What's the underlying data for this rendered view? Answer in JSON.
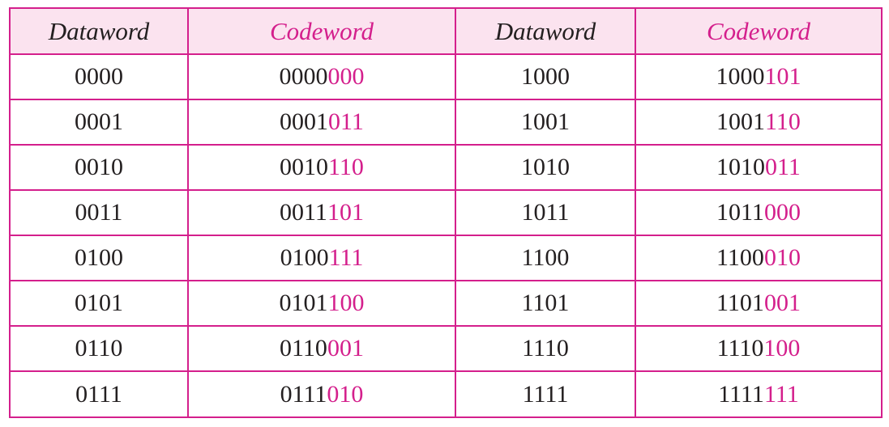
{
  "table": {
    "headers": [
      "Dataword",
      "Codeword",
      "Dataword",
      "Codeword"
    ],
    "rows": [
      {
        "d1": "0000",
        "c1h": "0000",
        "c1t": "000",
        "d2": "1000",
        "c2h": "1000",
        "c2t": "101"
      },
      {
        "d1": "0001",
        "c1h": "0001",
        "c1t": "011",
        "d2": "1001",
        "c2h": "1001",
        "c2t": "110"
      },
      {
        "d1": "0010",
        "c1h": "0010",
        "c1t": "110",
        "d2": "1010",
        "c2h": "1010",
        "c2t": "011"
      },
      {
        "d1": "0011",
        "c1h": "0011",
        "c1t": "101",
        "d2": "1011",
        "c2h": "1011",
        "c2t": "000"
      },
      {
        "d1": "0100",
        "c1h": "0100",
        "c1t": "111",
        "d2": "1100",
        "c2h": "1100",
        "c2t": "010"
      },
      {
        "d1": "0101",
        "c1h": "0101",
        "c1t": "100",
        "d2": "1101",
        "c2h": "1101",
        "c2t": "001"
      },
      {
        "d1": "0110",
        "c1h": "0110",
        "c1t": "001",
        "d2": "1110",
        "c2h": "1110",
        "c2t": "100"
      },
      {
        "d1": "0111",
        "c1h": "0111",
        "c1t": "010",
        "d2": "1111",
        "c2h": "1111",
        "c2t": "111"
      }
    ]
  },
  "colors": {
    "border": "#d41f8c",
    "header_bg": "#fbe3ef",
    "accent_text": "#d41f8c",
    "body_text": "#231f20"
  }
}
